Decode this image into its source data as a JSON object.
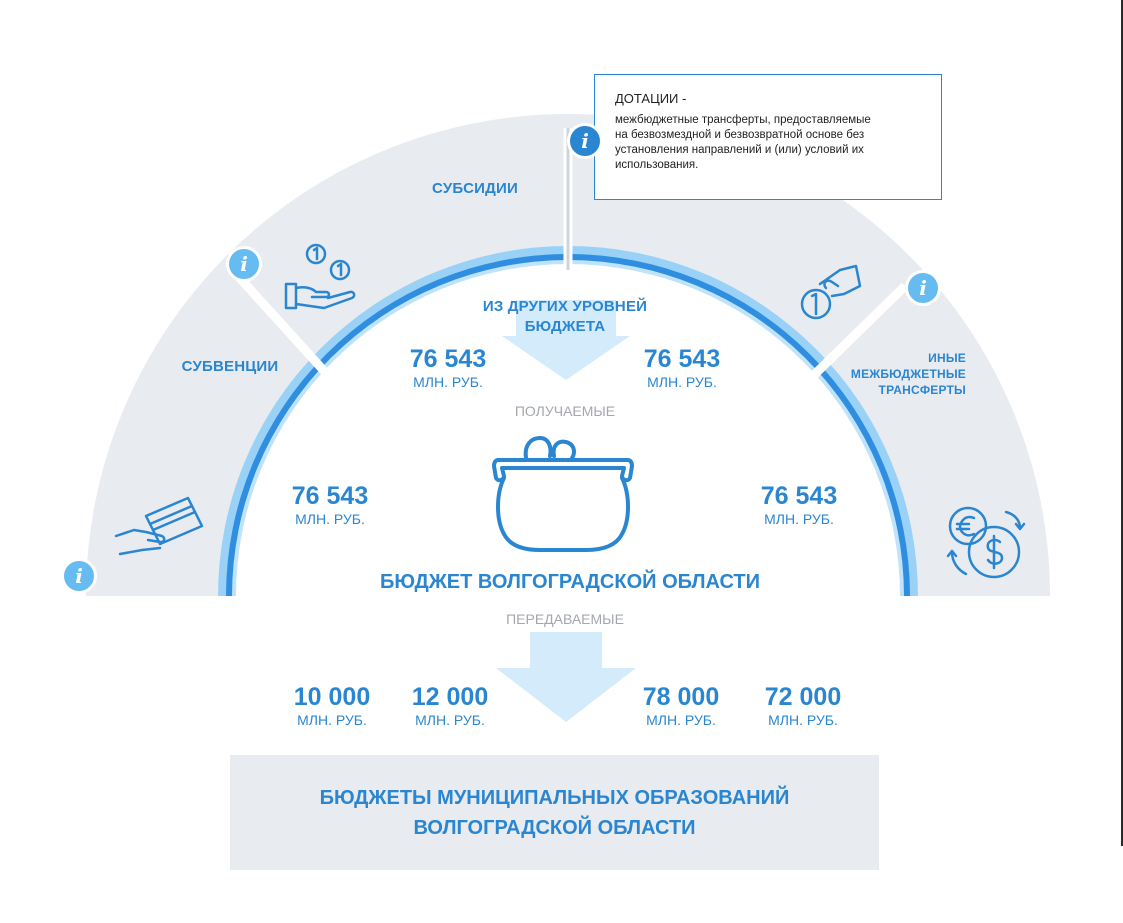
{
  "sectors": {
    "subventions": "СУБВЕНЦИИ",
    "subsidies": "СУБСИДИИ",
    "other_line1": "ИНЫЕ",
    "other_line2": "МЕЖБЮДЖЕТНЫЕ",
    "other_line3": "ТРАНСФЕРТЫ"
  },
  "center": {
    "from_line1": "ИЗ ДРУГИХ УРОВНЕЙ",
    "from_line2": "БЮДЖЕТА",
    "received": "ПОЛУЧАЕМЫЕ",
    "budget_title": "БЮДЖЕТ ВОЛГОГРАДСКОЙ ОБЛАСТИ",
    "transferred": "ПЕРЕДАВАЕМЫЕ"
  },
  "received_values": [
    {
      "value": "76 543",
      "unit": "МЛН. РУБ."
    },
    {
      "value": "76 543",
      "unit": "МЛН. РУБ."
    },
    {
      "value": "76 543",
      "unit": "МЛН. РУБ."
    },
    {
      "value": "76 543",
      "unit": "МЛН. РУБ."
    }
  ],
  "transferred_values": [
    {
      "value": "10 000",
      "unit": "МЛН. РУБ."
    },
    {
      "value": "12 000",
      "unit": "МЛН. РУБ."
    },
    {
      "value": "78 000",
      "unit": "МЛН. РУБ."
    },
    {
      "value": "72 000",
      "unit": "МЛН. РУБ."
    }
  ],
  "tooltip": {
    "title": "ДОТАЦИИ -",
    "line1": "межбюджетные трансферты, предоставляемые",
    "line2": "на безвозмездной и безвозвратной основе без",
    "line3": "установления направлений и (или) условий их",
    "line4": "использования."
  },
  "info_glyph": "i",
  "bottom": {
    "line1": "БЮДЖЕТЫ МУНИЦИПАЛЬНЫХ ОБРАЗОВАНИЙ",
    "line2": "ВОЛГОГРАДСКОЙ ОБЛАСТИ"
  },
  "icons": [
    "coins-hand-icon",
    "card-hand-icon",
    "coin-drop-hand-icon",
    "currency-exchange-icon",
    "wallet-icon"
  ],
  "colors": {
    "accent": "#2a86d0",
    "light_blue": "#66bcf0",
    "arrow_blue": "#d3ebfb",
    "sector_bg": "#e8ebf0",
    "muted": "#a3a7ad"
  }
}
